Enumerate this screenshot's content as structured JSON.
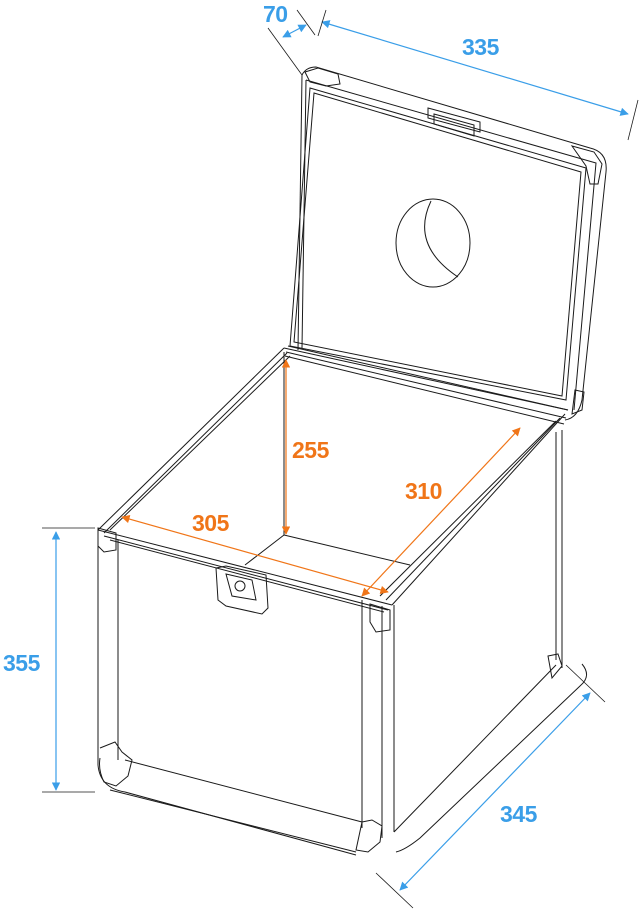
{
  "diagram": {
    "subject": "Flight case with open lid",
    "colors": {
      "outer_dimension": "#3a9ee8",
      "inner_dimension": "#f07518",
      "line_art": "#1a1a1a"
    },
    "outer_dimensions": {
      "lid_depth": "70",
      "width": "335",
      "height": "355",
      "depth": "345"
    },
    "inner_dimensions": {
      "height": "255",
      "width": "305",
      "depth": "310"
    }
  }
}
